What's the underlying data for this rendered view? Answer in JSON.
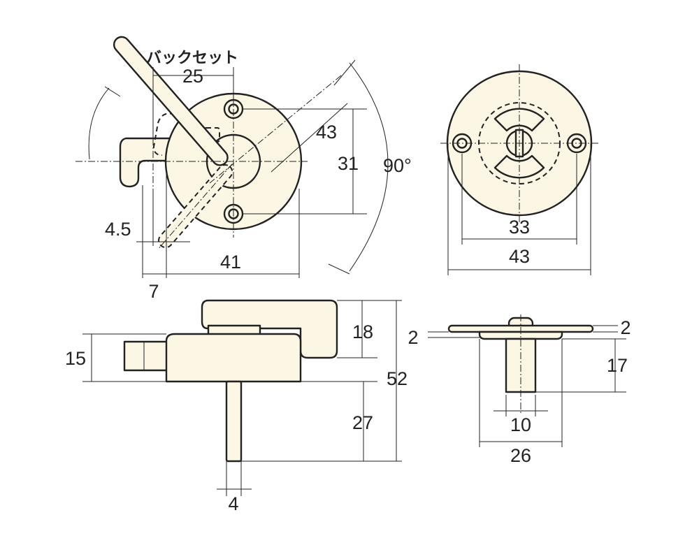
{
  "labels": {
    "backset_title": "バックセット",
    "backset_value": "25",
    "angle": "90°",
    "lever_length": "43",
    "hole_pitch_vertical": "31",
    "offset": "4.5",
    "front_width": "41",
    "edge_offset": "7",
    "back_hole_pitch": "33",
    "back_diameter": "43",
    "lever_height": "18",
    "case_height": "15",
    "overall_height": "52",
    "spindle_length": "27",
    "spindle_width": "4",
    "plate_thickness_left": "2",
    "plate_thickness_right": "2",
    "boss_height": "17",
    "slot_width": "10",
    "boss_width": "26"
  },
  "colors": {
    "part_fill": "#fbf7e4",
    "line": "#222222",
    "background": "#ffffff"
  }
}
